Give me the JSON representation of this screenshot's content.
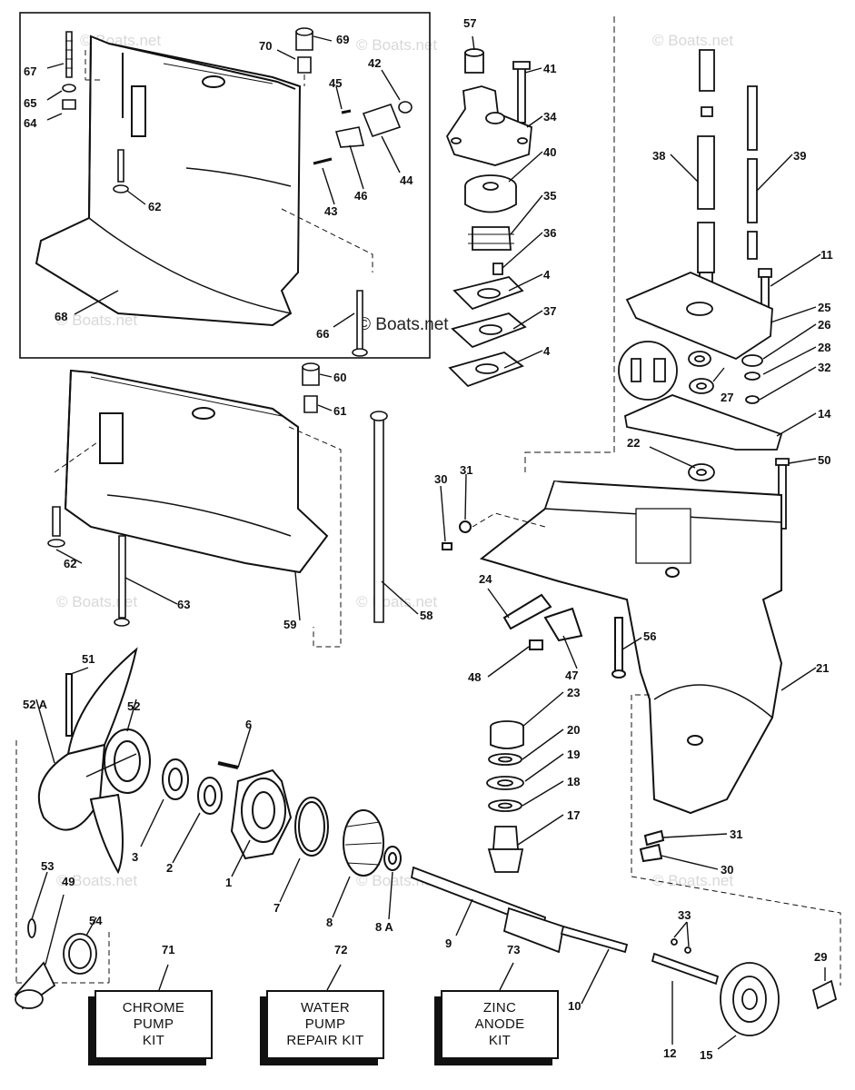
{
  "watermark_small": "© Boats.net",
  "watermark_main": "© Boats.net",
  "kits": [
    {
      "number": "71",
      "lines": [
        "CHROME",
        "PUMP",
        "KIT"
      ]
    },
    {
      "number": "72",
      "lines": [
        "WATER",
        "PUMP",
        "REPAIR KIT"
      ]
    },
    {
      "number": "73",
      "lines": [
        "ZINC",
        "ANODE",
        "KIT"
      ]
    }
  ],
  "callouts": {
    "c67": "67",
    "c65": "65",
    "c64": "64",
    "c62a": "62",
    "c68": "68",
    "c70": "70",
    "c69": "69",
    "c42": "42",
    "c45": "45",
    "c44": "44",
    "c46": "46",
    "c43": "43",
    "c66": "66",
    "c57": "57",
    "c41": "41",
    "c34": "34",
    "c40": "40",
    "c35": "35",
    "c36": "36",
    "c4a": "4",
    "c37": "37",
    "c4b": "4",
    "c38": "38",
    "c39": "39",
    "c11": "11",
    "c25": "25",
    "c26": "26",
    "c28": "28",
    "c32": "32",
    "c27": "27",
    "c14": "14",
    "c22": "22",
    "c50": "50",
    "c60": "60",
    "c61": "61",
    "c62b": "62",
    "c63": "63",
    "c59": "59",
    "c58": "58",
    "c30a": "30",
    "c31a": "31",
    "c24": "24",
    "c48": "48",
    "c47": "47",
    "c56": "56",
    "c21": "21",
    "c23": "23",
    "c20": "20",
    "c19": "19",
    "c18": "18",
    "c17": "17",
    "c31b": "31",
    "c30b": "30",
    "c51": "51",
    "c52a": "52 A",
    "c52": "52",
    "c6": "6",
    "c3": "3",
    "c2": "2",
    "c1": "1",
    "c7": "7",
    "c8": "8",
    "c8a": "8 A",
    "c9": "9",
    "c53": "53",
    "c49": "49",
    "c54": "54",
    "c33": "33",
    "c29": "29",
    "c10": "10",
    "c12": "12",
    "c15": "15"
  }
}
